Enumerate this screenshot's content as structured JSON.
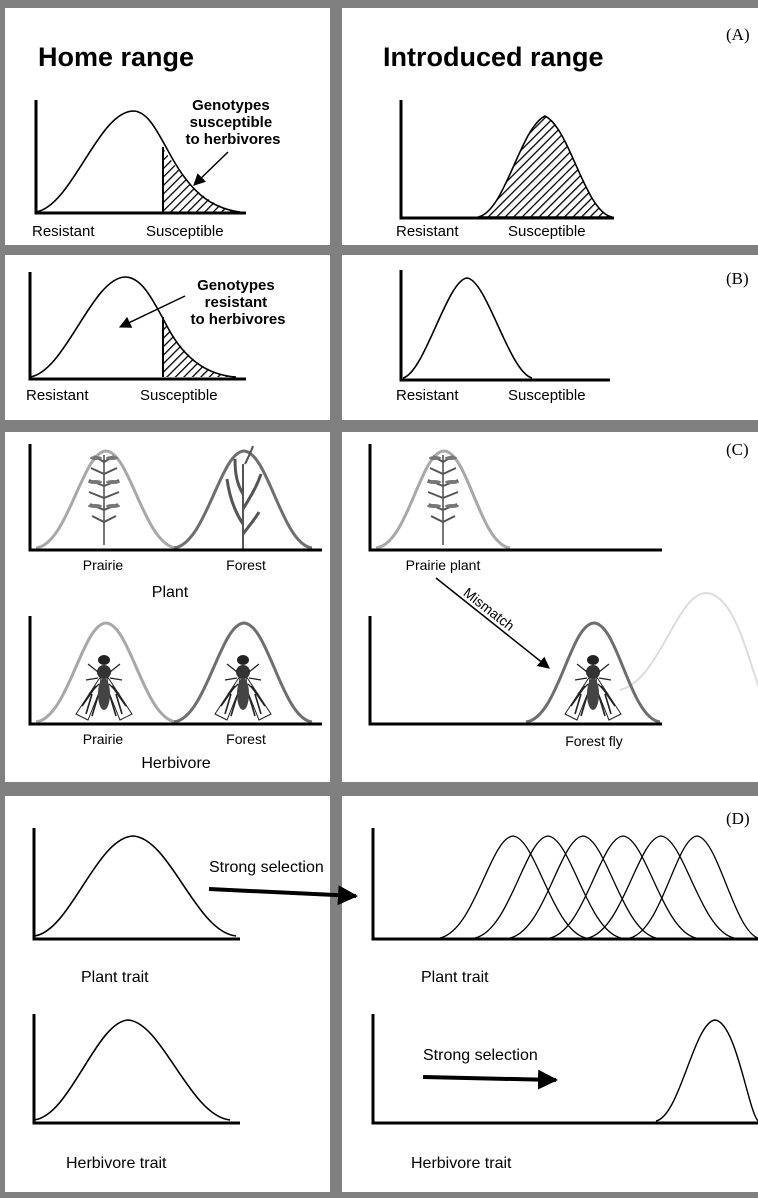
{
  "colors": {
    "divider": "#808080",
    "ink": "#000000",
    "plant_curve": "#a8a8a8",
    "herbivore_curve": "#6e6e6e",
    "faint_curve": "#dcdcdc",
    "plant_stem": "#555555"
  },
  "headers": {
    "home": "Home range",
    "introduced": "Introduced range"
  },
  "panels": {
    "a": {
      "label": "(A)",
      "home_callout": [
        "Genotypes",
        "susceptible",
        "to herbivores"
      ],
      "home_x_left": "Resistant",
      "home_x_right": "Susceptible",
      "intro_x_left": "Resistant",
      "intro_x_right": "Susceptible"
    },
    "b": {
      "label": "(B)",
      "home_callout": [
        "Genotypes",
        "resistant",
        "to herbivores"
      ],
      "home_x_left": "Resistant",
      "home_x_right": "Susceptible",
      "intro_x_left": "Resistant",
      "intro_x_right": "Susceptible"
    },
    "c": {
      "label": "(C)",
      "home_plant_left": "Prairie",
      "home_plant_right": "Forest",
      "home_plant_caption": "Plant",
      "home_herb_left": "Prairie",
      "home_herb_right": "Forest",
      "home_herb_caption": "Herbivore",
      "intro_plant_label": "Prairie plant",
      "mismatch": "Mismatch",
      "intro_fly_label": "Forest fly"
    },
    "d": {
      "label": "(D)",
      "home_plant_caption": "Plant trait",
      "home_herb_caption": "Herbivore trait",
      "arrow_top": "Strong selection",
      "intro_plant_caption": "Plant trait",
      "arrow_bottom": "Strong selection",
      "intro_herb_caption": "Herbivore trait"
    }
  }
}
